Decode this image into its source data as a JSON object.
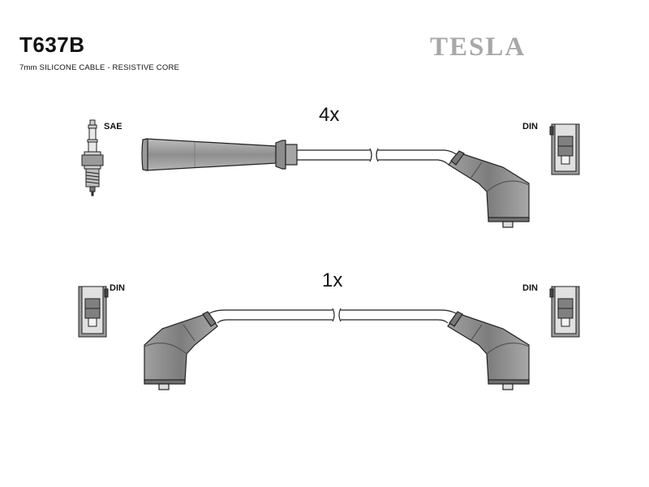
{
  "header": {
    "part_code": "T637B",
    "subtitle": "7mm SILICONE CABLE - RESISTIVE CORE",
    "brand": "TESLA"
  },
  "set_top": {
    "quantity": "4x",
    "left_label": "SAE",
    "right_label": "DIN"
  },
  "set_bottom": {
    "quantity": "1x",
    "left_label": "DIN",
    "right_label": "DIN"
  }
}
